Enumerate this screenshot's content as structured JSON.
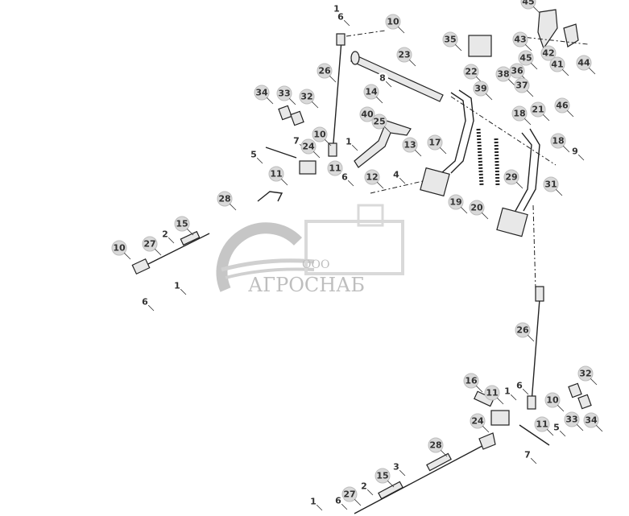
{
  "diagram": {
    "callouts": [
      "45",
      "43",
      "45",
      "42",
      "41",
      "44",
      "35",
      "22",
      "38",
      "36",
      "37",
      "39",
      "18",
      "21",
      "46",
      "18",
      "9",
      "31",
      "29",
      "19",
      "20",
      "17",
      "1",
      "6",
      "10",
      "23",
      "26",
      "8",
      "14",
      "34",
      "33",
      "32",
      "40",
      "25",
      "10",
      "1",
      "7",
      "24",
      "5",
      "13",
      "11",
      "11",
      "6",
      "12",
      "4",
      "28",
      "15",
      "2",
      "27",
      "10",
      "6",
      "1",
      "26",
      "32",
      "16",
      "11",
      "1",
      "6",
      "10",
      "24",
      "11",
      "5",
      "33",
      "34",
      "7",
      "28",
      "3",
      "15",
      "2",
      "27",
      "6",
      "1"
    ]
  },
  "watermark": {
    "prefix": "ООО",
    "brand": "АГРОСНАБ"
  }
}
